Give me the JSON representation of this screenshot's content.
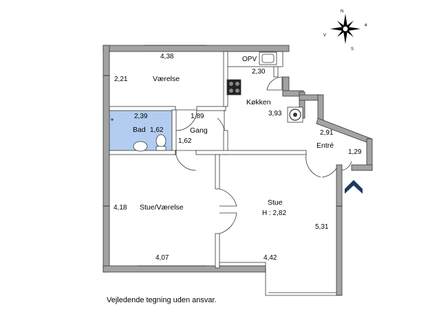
{
  "disclaimer": "Vejledende tegning uden ansvar.",
  "compass": {
    "north": "N",
    "south": "S",
    "east": "ø",
    "west": "V"
  },
  "rooms": {
    "vaerelse": {
      "name": "Værelse",
      "width": "4,38",
      "height": "2,21"
    },
    "kokken": {
      "name": "Køkken",
      "width": "2,30",
      "height": "3,93",
      "opv": "OPV"
    },
    "bad": {
      "name": "Bad",
      "width": "2,39",
      "height": "1,62"
    },
    "gang": {
      "name": "Gang",
      "width": "1,89",
      "height": "1,62"
    },
    "entre": {
      "name": "Entré",
      "width": "2,91",
      "height": "1,29"
    },
    "stue_vaerelse": {
      "name": "Stue/Værelse",
      "width": "4,07",
      "height": "4,18"
    },
    "stue": {
      "name": "Stue",
      "ceiling": "H : 2,82",
      "width": "4,42",
      "height": "5,31"
    }
  },
  "colors": {
    "wall": "#a3a3a3",
    "wall_outline": "#333333",
    "bath_fill": "#b3cdf0",
    "entrance_arrow": "#1e3a5f"
  },
  "icons": [
    "compass-rose-icon",
    "entrance-arrow-icon",
    "stove-icon",
    "sink-icon",
    "toilet-icon",
    "washbasin-icon",
    "fireplace-icon"
  ]
}
